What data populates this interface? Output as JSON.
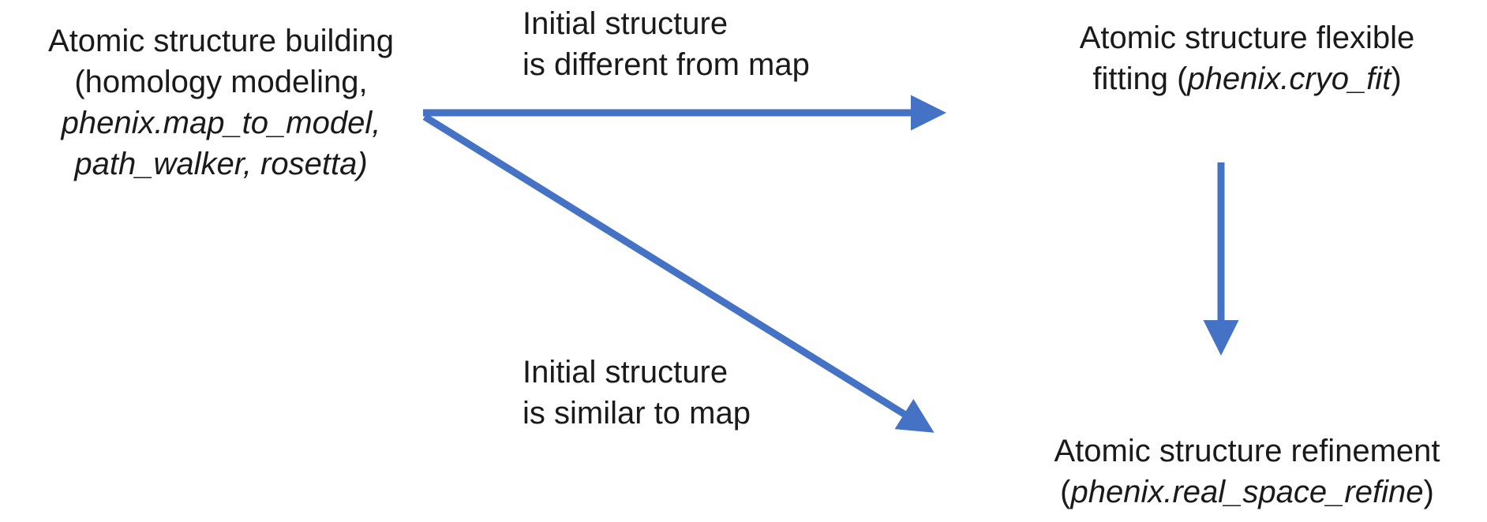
{
  "diagram": {
    "arrow_color": "#4472C4",
    "nodes": {
      "building": {
        "line1": "Atomic structure building",
        "line2": "(homology modeling,",
        "line3": "phenix.map_to_model,",
        "line4": "path_walker, rosetta)"
      },
      "flexible_fitting": {
        "line1": "Atomic structure flexible",
        "line2_prefix": "fitting (",
        "line2_italic": "phenix.cryo_fit",
        "line2_suffix": ")"
      },
      "refinement": {
        "line1": "Atomic structure refinement",
        "line2_prefix": "(",
        "line2_italic": "phenix.real_space_refine",
        "line2_suffix": ")"
      }
    },
    "labels": {
      "different_from_map": {
        "line1": "Initial structure",
        "line2": "is different from map"
      },
      "similar_to_map": {
        "line1": "Initial structure",
        "line2": "is similar to map"
      }
    }
  }
}
